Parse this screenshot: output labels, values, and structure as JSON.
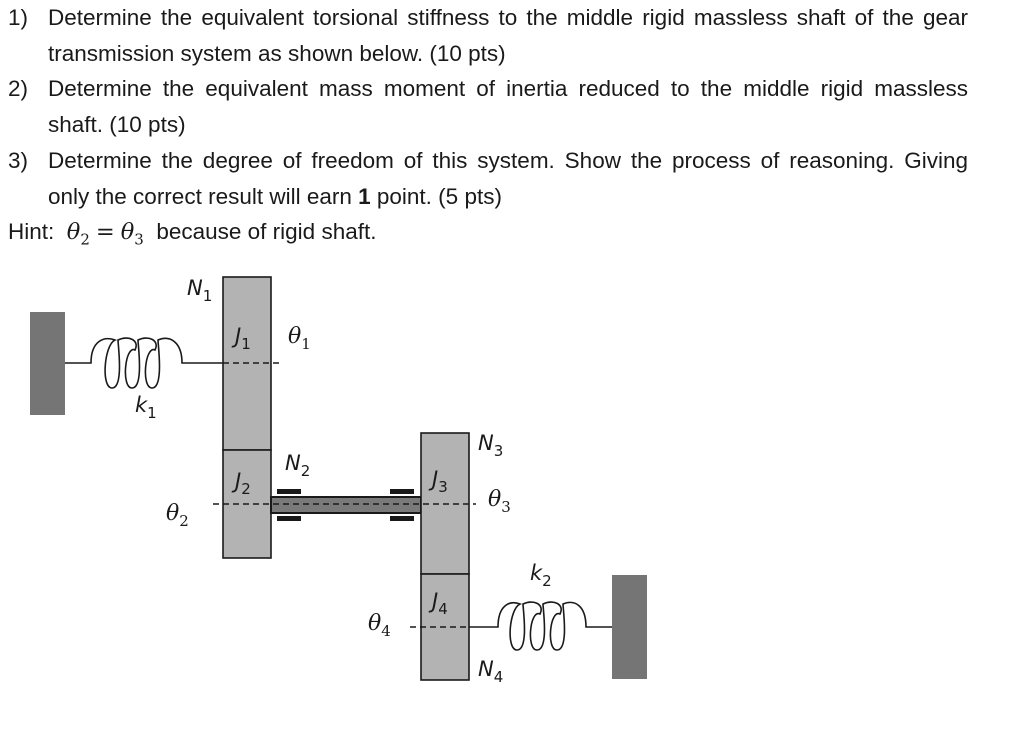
{
  "questions": [
    {
      "number": "1)",
      "text": "Determine the equivalent torsional stiffness to the middle rigid massless shaft of the gear transmission system as shown below. (10 pts)"
    },
    {
      "number": "2)",
      "text": "Determine the equivalent mass moment of inertia reduced to the middle rigid massless shaft. (10 pts)"
    },
    {
      "number": "3)",
      "text_before_bold": "Determine the degree of freedom of this system. Show the process of reasoning. Giving only the correct result will earn ",
      "bold": "1",
      "text_after_bold": " point. (5 pts)"
    }
  ],
  "hint": {
    "prefix": "Hint:",
    "lhs_symbol": "θ",
    "lhs_sub": "2",
    "equals": "=",
    "rhs_symbol": "θ",
    "rhs_sub": "3",
    "suffix": "because of rigid shaft."
  },
  "diagram": {
    "colors": {
      "gear_fill": "#b3b3b3",
      "wall_fill": "#757575",
      "shaft_fill": "#7a7a7a",
      "line": "#1a1a1a"
    },
    "labels": {
      "N1": {
        "symbol": "N",
        "sub": "1"
      },
      "N2": {
        "symbol": "N",
        "sub": "2"
      },
      "N3": {
        "symbol": "N",
        "sub": "3"
      },
      "N4": {
        "symbol": "N",
        "sub": "4"
      },
      "J1": {
        "symbol": "J",
        "sub": "1"
      },
      "J2": {
        "symbol": "J",
        "sub": "2"
      },
      "J3": {
        "symbol": "J",
        "sub": "3"
      },
      "J4": {
        "symbol": "J",
        "sub": "4"
      },
      "theta1": {
        "symbol": "θ",
        "sub": "1"
      },
      "theta2": {
        "symbol": "θ",
        "sub": "2"
      },
      "theta3": {
        "symbol": "θ",
        "sub": "3"
      },
      "theta4": {
        "symbol": "θ",
        "sub": "4"
      },
      "k1": {
        "symbol": "k",
        "sub": "1"
      },
      "k2": {
        "symbol": "k",
        "sub": "2"
      }
    }
  }
}
